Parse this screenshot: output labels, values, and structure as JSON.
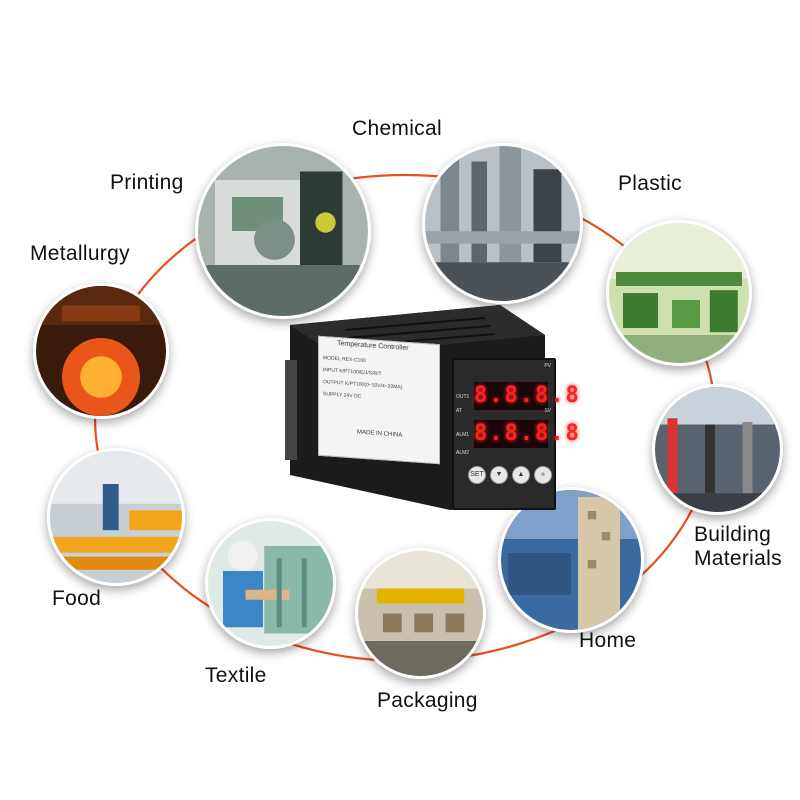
{
  "industries": [
    {
      "label": "Chemical"
    },
    {
      "label": "Plastic"
    },
    {
      "label": "Building Materials",
      "line1": "Building",
      "line2": "Materials"
    },
    {
      "label": "Home"
    },
    {
      "label": "Packaging"
    },
    {
      "label": "Textile"
    },
    {
      "label": "Food"
    },
    {
      "label": "Metallurgy"
    },
    {
      "label": "Printing"
    }
  ],
  "controller": {
    "sticker_title": "Temperature Controller",
    "rows": [
      {
        "key": "MODEL",
        "value": "REX-C100"
      },
      {
        "key": "INPUT",
        "value": "K/PT100/E/J/S/R/T"
      },
      {
        "key": "OUTPUT",
        "value": "K/PT100(0~10V/4~20MA)"
      },
      {
        "key": "SUPPLY",
        "value": "24V DC"
      }
    ],
    "made_in": "MADE IN CHINA",
    "display_top": "8.8.8.8",
    "display_bottom": "8.8.8.8",
    "pv_label": "PV",
    "sv_label": "SV",
    "leds": [
      "OUT1",
      "AT",
      "ALM1",
      "ALM2"
    ],
    "buttons": [
      {
        "name": "set",
        "glyph": "SET"
      },
      {
        "name": "down",
        "glyph": "▼"
      },
      {
        "name": "up",
        "glyph": "▲"
      },
      {
        "name": "shift",
        "glyph": "»"
      }
    ]
  },
  "colors": {
    "ring": "#e8501c",
    "digits": "#ff2020"
  }
}
